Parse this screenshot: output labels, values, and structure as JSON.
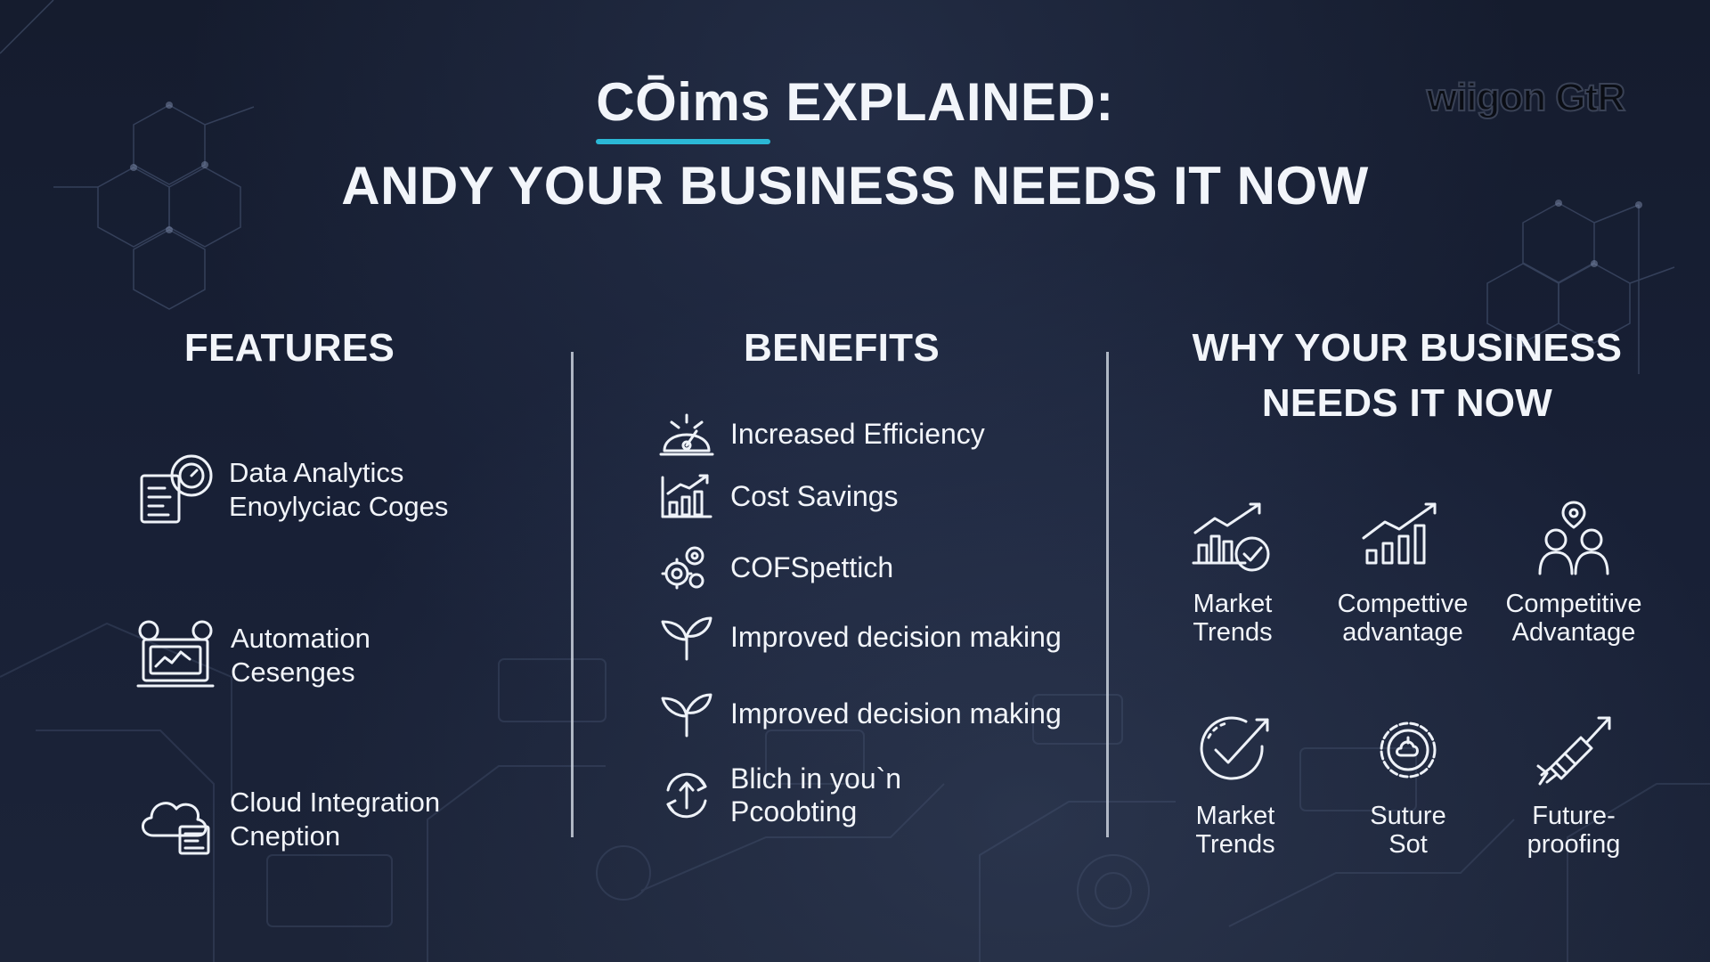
{
  "title": {
    "accent": "CŌims",
    "line1_rest": " EXPLAINED:",
    "line2": "ANDY YOUR BUSINESS NEEDS IT NOW"
  },
  "brand": {
    "logo_text": "wiigon GtR",
    "logo_icon": "brand-wordmark"
  },
  "features": {
    "heading": "FEATURES",
    "items": [
      {
        "lines": [
          "Data Analytics",
          "Enoylyciac Coges"
        ],
        "icon": "report-gauge-icon"
      },
      {
        "lines": [
          "Automation",
          "Cesenges"
        ],
        "icon": "laptop-automation-icon"
      },
      {
        "lines": [
          "Cloud Integration",
          "Cneption"
        ],
        "icon": "cloud-server-icon"
      }
    ]
  },
  "benefits": {
    "heading": "BENEFITS",
    "items": [
      {
        "lines": [
          "Increased Efficiency"
        ],
        "icon": "speed-gauge-icon"
      },
      {
        "lines": [
          "Cost Savings"
        ],
        "icon": "bar-chart-up-icon"
      },
      {
        "lines": [
          "COFSpettich"
        ],
        "icon": "gears-icon"
      },
      {
        "lines": [
          "Improved decision making"
        ],
        "icon": "sprout-icon"
      },
      {
        "lines": [
          "Improved decision making"
        ],
        "icon": "sprout-icon"
      },
      {
        "lines": [
          "Blich in you`n",
          "Pcoobting"
        ],
        "icon": "rotate-dollar-icon"
      }
    ]
  },
  "why": {
    "heading_lines": [
      "WHY YOUR BUSINESS",
      "NEEDS IT NOW"
    ],
    "items": [
      {
        "lines": [
          "Market",
          "Trends"
        ],
        "icon": "trend-check-icon"
      },
      {
        "lines": [
          "Compettive",
          "advantage"
        ],
        "icon": "growth-chart-icon"
      },
      {
        "lines": [
          "Competitive",
          "Advantage"
        ],
        "icon": "team-location-icon"
      },
      {
        "lines": [
          "Market",
          "Trends"
        ],
        "icon": "circle-check-arrow-icon"
      },
      {
        "lines": [
          "Suture",
          "Sot"
        ],
        "icon": "gear-cloud-icon"
      },
      {
        "lines": [
          "Future-",
          "proofing"
        ],
        "icon": "rocket-arrow-icon"
      }
    ]
  },
  "colors": {
    "background": "#131a2b",
    "text": "#f2f5fa",
    "accent": "#2bb8d6",
    "divider": "#c9d0dc"
  }
}
